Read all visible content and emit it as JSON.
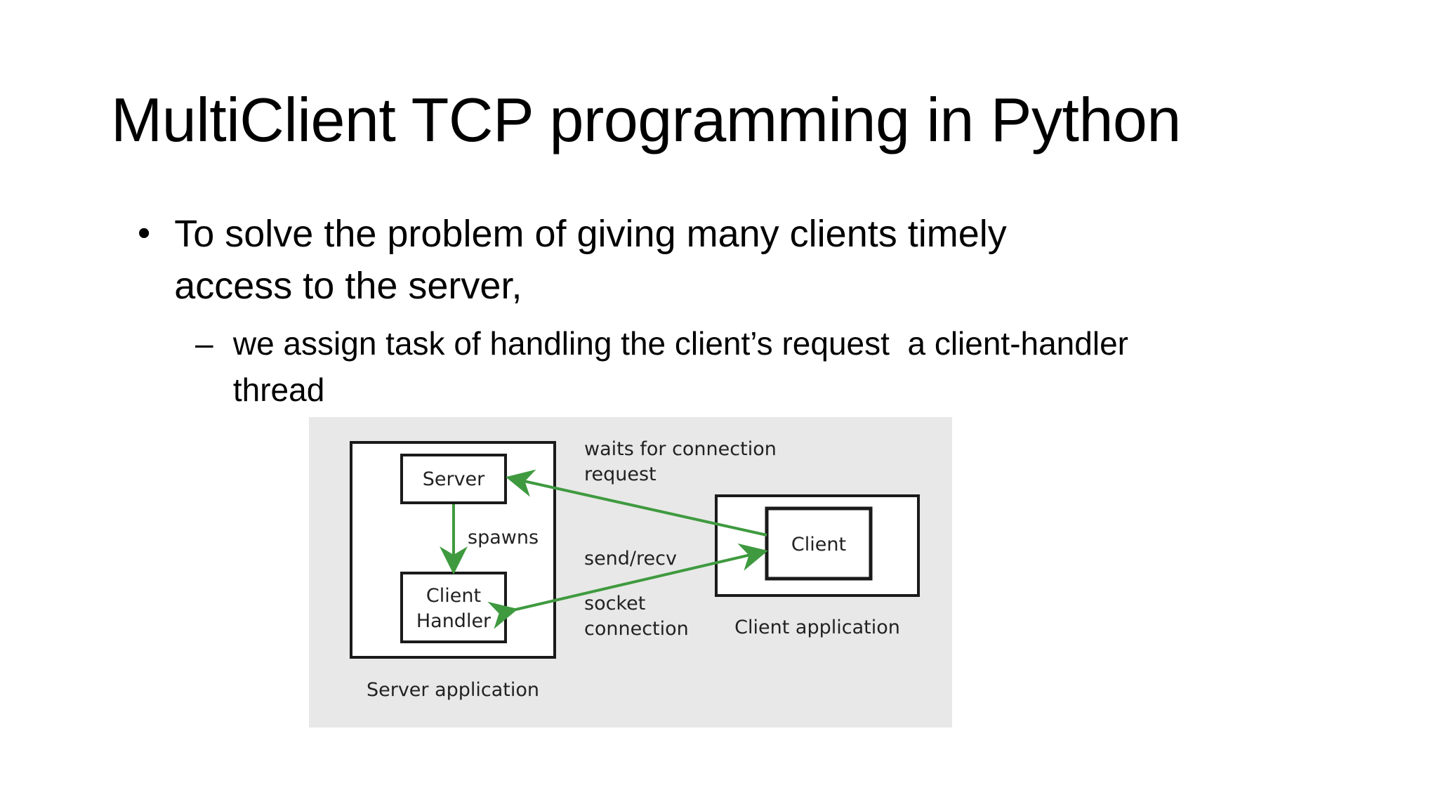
{
  "slide": {
    "title": "MultiClient TCP programming in Python",
    "bullets": [
      {
        "marker": "•",
        "text": "To solve the problem of giving many clients timely access to the server,"
      }
    ],
    "sub_bullets": [
      {
        "marker": "–",
        "text": "we assign task of handling the client’s request  a client-handler thread"
      }
    ]
  },
  "diagram": {
    "server_box_label": "Server",
    "client_handler_label_line1": "Client",
    "client_handler_label_line2": "Handler",
    "client_box_label": "Client",
    "spawns_label": "spawns",
    "waits_label_line1": "waits for connection",
    "waits_label_line2": "request",
    "sendrecv_label": "send/recv",
    "socket_label_line1": "socket",
    "socket_label_line2": "connection",
    "server_app_label": "Server application",
    "client_app_label": "Client application",
    "colors": {
      "arrow": "#3f9a3f",
      "box_border": "#1a1a1a",
      "panel_bg": "#e8e8e8"
    }
  }
}
